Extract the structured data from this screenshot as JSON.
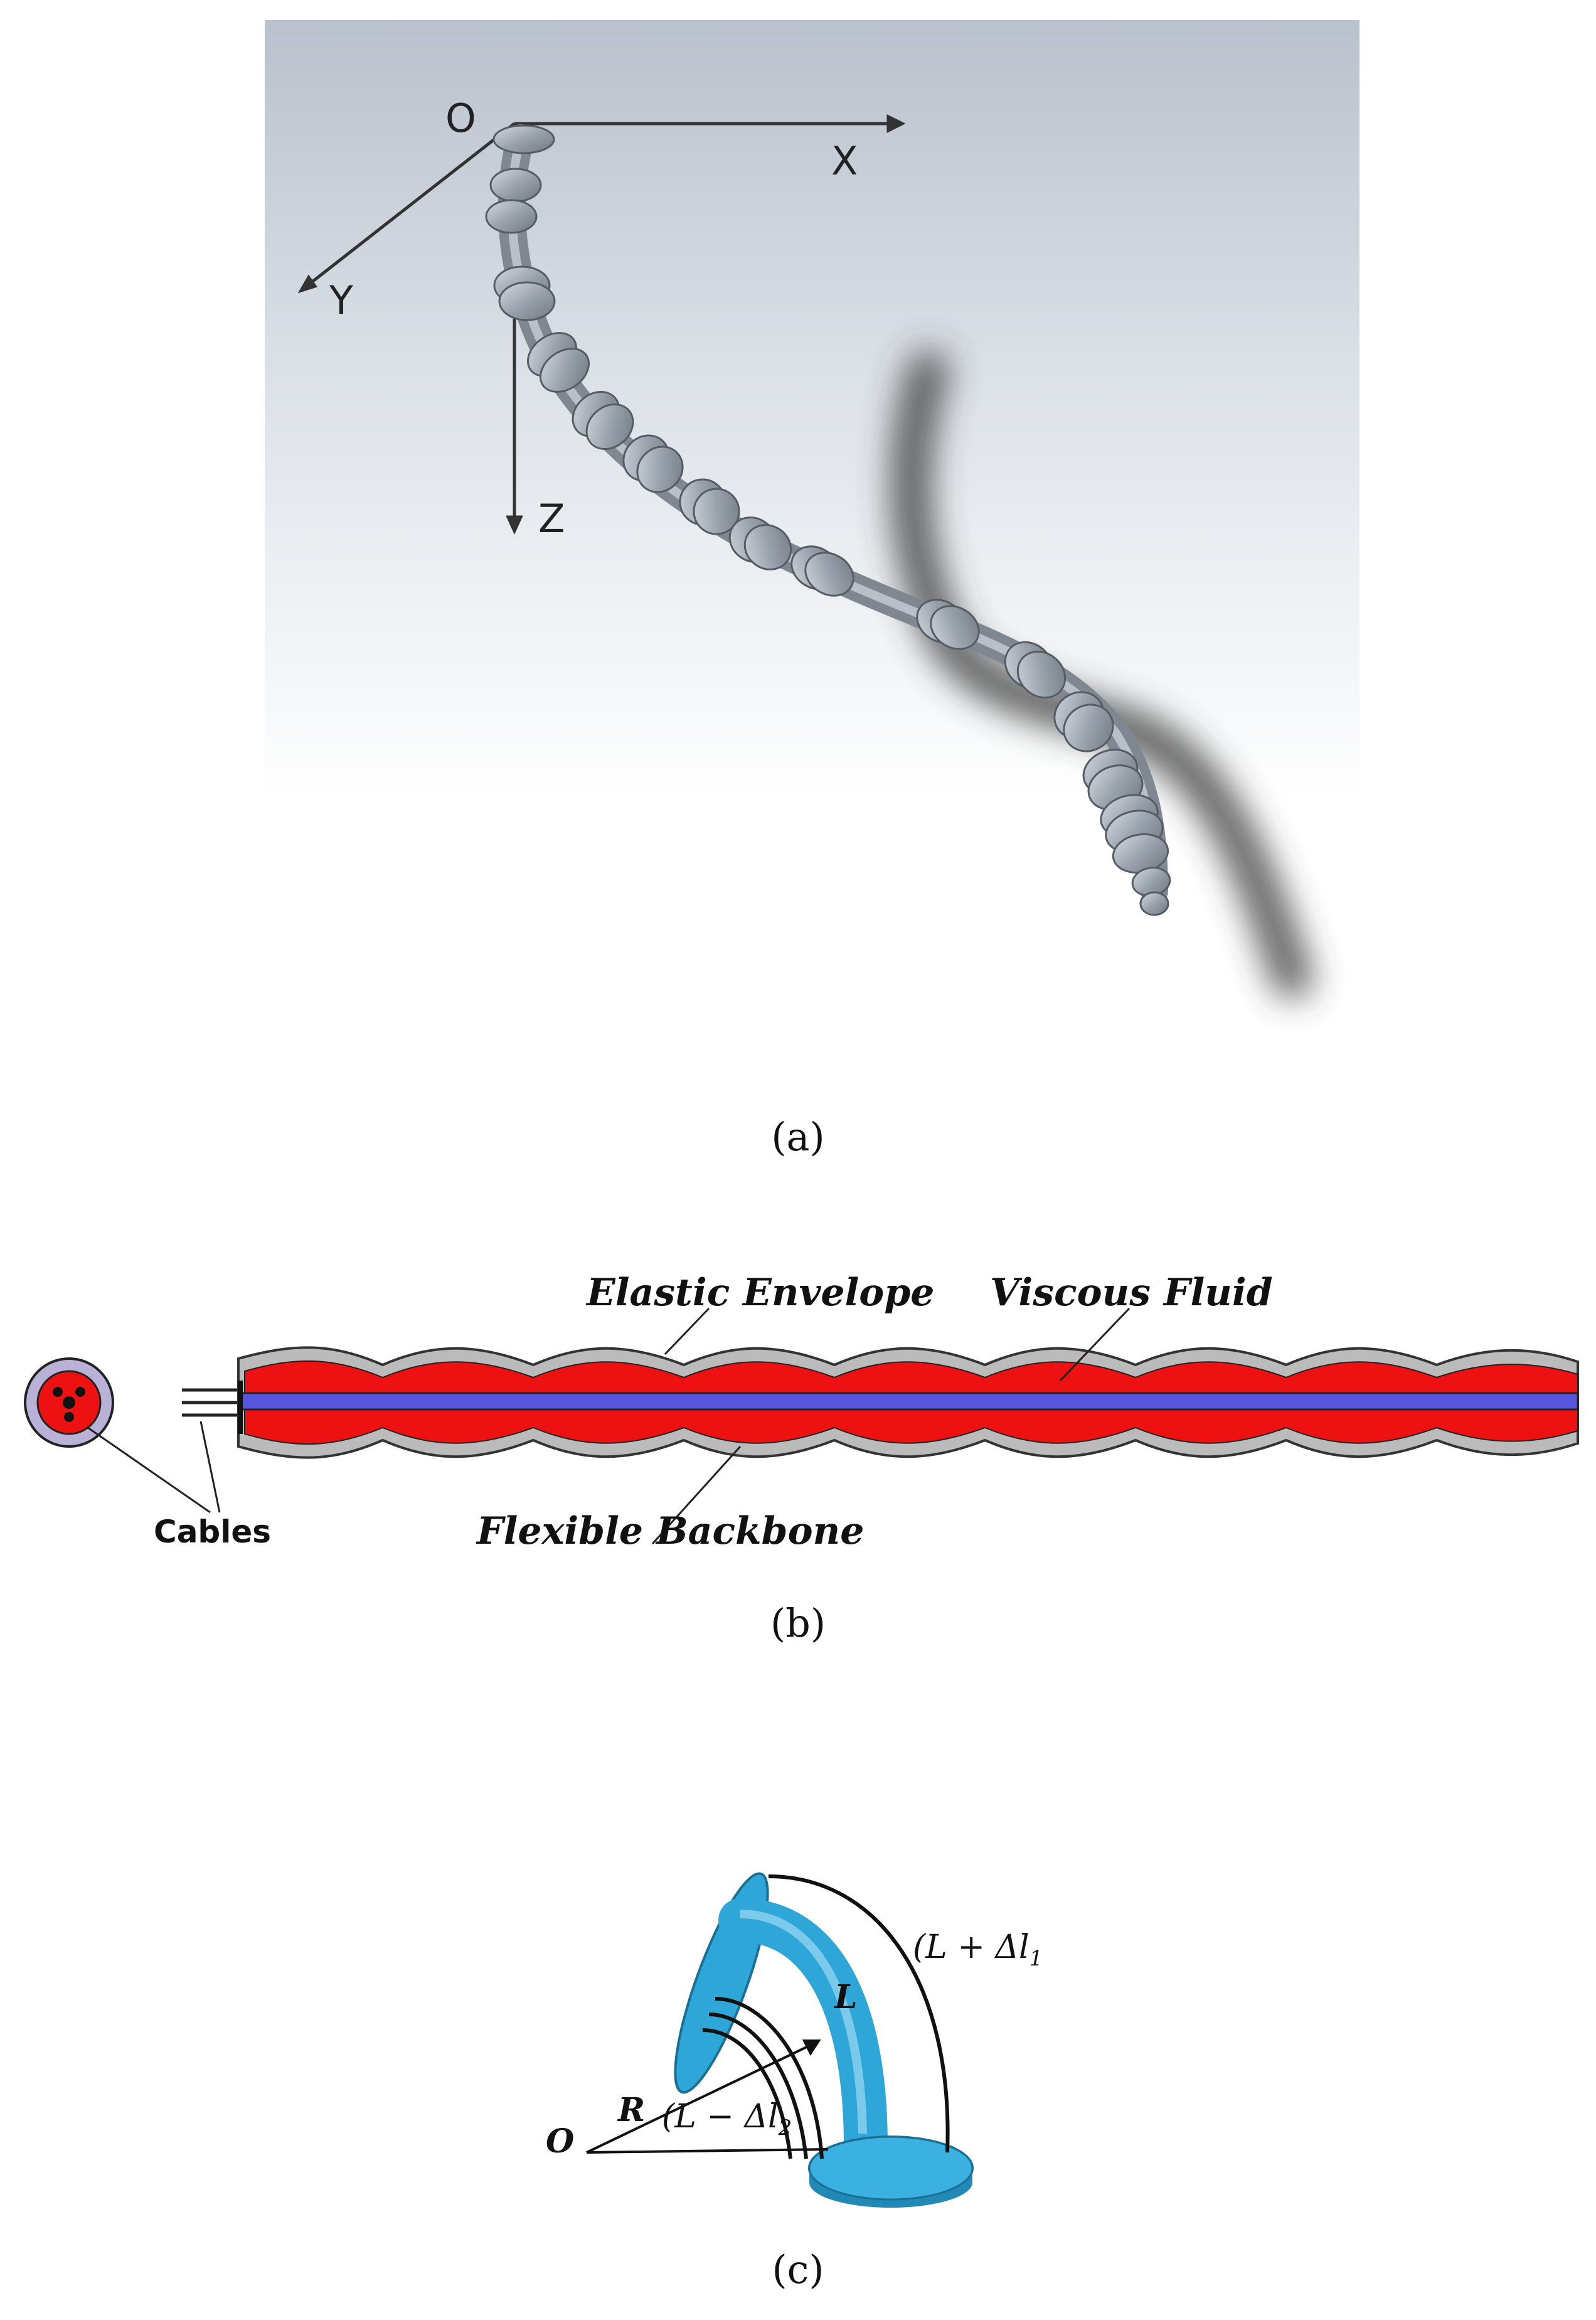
{
  "panel_a": {
    "caption": "(a)",
    "axes": {
      "origin": "O",
      "x": "X",
      "y": "Y",
      "z": "Z"
    }
  },
  "panel_b": {
    "caption": "(b)",
    "labels": {
      "elastic_envelope": "Elastic Envelope",
      "viscous_fluid": "Viscous Fluid",
      "cables": "Cables",
      "flexible_backbone": "Flexible Backbone"
    },
    "colors": {
      "fluid": "#ee1111",
      "backbone": "#5555dd",
      "envelope": "#bbbbbb"
    }
  },
  "panel_c": {
    "caption": "(c)",
    "labels": {
      "origin": "O",
      "radius": "R",
      "length": "L",
      "length_plus": "(L + Δl",
      "length_plus_sub": "1",
      "length_minus": "(L − Δl",
      "length_minus_sub": "2"
    },
    "colors": {
      "segment": "#2fa6d8"
    }
  }
}
